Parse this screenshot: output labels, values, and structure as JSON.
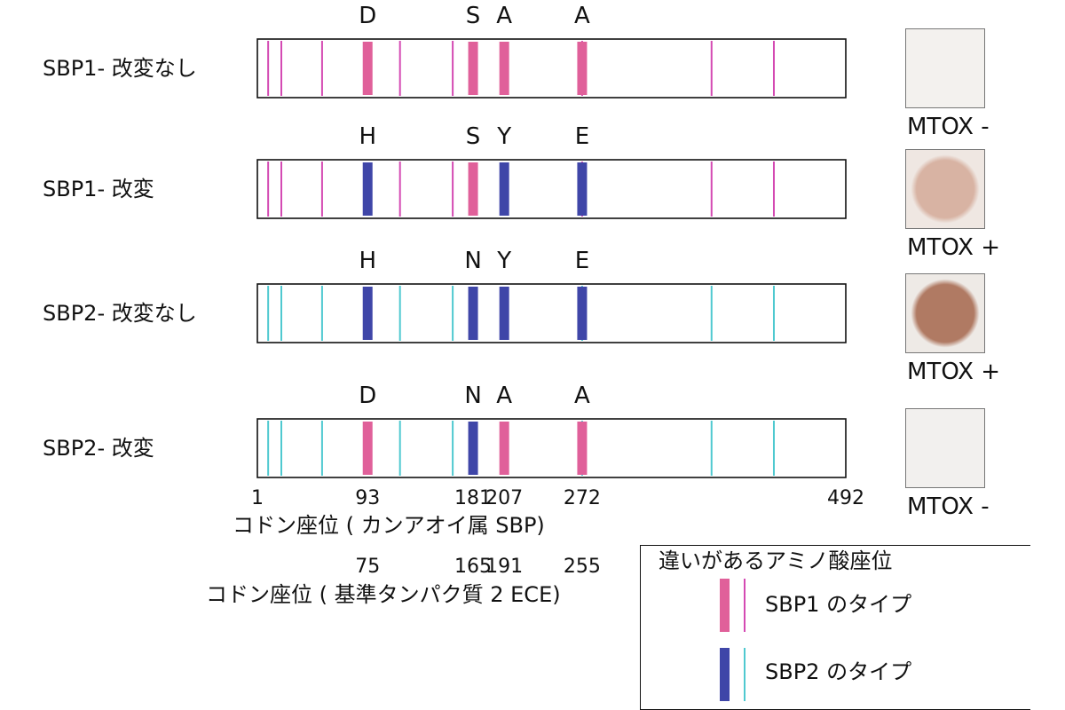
{
  "colors": {
    "sbp1": "#e0609a",
    "sbp1_line": "#d44ab3",
    "sbp2": "#3f46a8",
    "sbp2_line": "#4fc9d0"
  },
  "axis": {
    "min": 1,
    "max": 492,
    "labels_cyan": [
      {
        "value": 1,
        "text": "1"
      },
      {
        "value": 93,
        "text": "93"
      },
      {
        "value": 181,
        "text": "181"
      },
      {
        "value": 207,
        "text": "207"
      },
      {
        "value": 272,
        "text": "272"
      },
      {
        "value": 492,
        "text": "492"
      }
    ],
    "title_cyan": "コドン座位 ( カンアオイ属 SBP)",
    "labels_ece": [
      {
        "value": 93,
        "text": "75"
      },
      {
        "value": 181,
        "text": "165"
      },
      {
        "value": 207,
        "text": "191"
      },
      {
        "value": 272,
        "text": "255"
      }
    ],
    "title_ece": "コドン座位 ( 基準タンパク質 2 ECE)"
  },
  "thin_positions": [
    10,
    21,
    55,
    120,
    164,
    272,
    380,
    432
  ],
  "key_positions": [
    93,
    181,
    207,
    272
  ],
  "rows": [
    {
      "label": "SBP1- 改変なし",
      "type": "sbp1",
      "residues": [
        "D",
        "S",
        "A",
        "A"
      ],
      "key_types": [
        "sbp1",
        "sbp1",
        "sbp1",
        "sbp1"
      ],
      "result": "MTOX -",
      "assay_color": "#f3f1ee",
      "assay_spot": ""
    },
    {
      "label": "SBP1- 改変",
      "type": "sbp1",
      "residues": [
        "H",
        "S",
        "Y",
        "E"
      ],
      "key_types": [
        "sbp2",
        "sbp1",
        "sbp2",
        "sbp2"
      ],
      "result": "MTOX +",
      "assay_color": "#efe7e2",
      "assay_spot": "#d8b3a3"
    },
    {
      "label": "SBP2- 改変なし",
      "type": "sbp2",
      "residues": [
        "H",
        "N",
        "Y",
        "E"
      ],
      "key_types": [
        "sbp2",
        "sbp2",
        "sbp2",
        "sbp2"
      ],
      "result": "MTOX +",
      "assay_color": "#eeeae6",
      "assay_spot": "#b07a63"
    },
    {
      "label": "SBP2- 改変",
      "type": "sbp2",
      "residues": [
        "D",
        "N",
        "A",
        "A"
      ],
      "key_types": [
        "sbp1",
        "sbp2",
        "sbp1",
        "sbp1"
      ],
      "result": "MTOX -",
      "assay_color": "#f2f0ee",
      "assay_spot": ""
    }
  ],
  "legend": {
    "title": "違いがあるアミノ酸座位",
    "items": [
      {
        "text": "SBP1 のタイプ"
      },
      {
        "text": "SBP2 のタイプ"
      }
    ]
  }
}
